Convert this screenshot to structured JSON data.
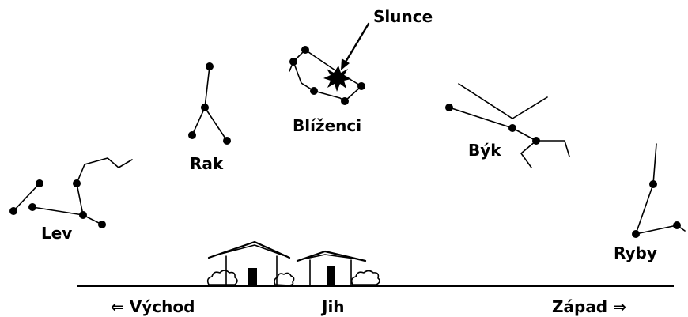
{
  "constellations": {
    "lev": "Lev",
    "rak": "Rak",
    "blizenci": "Blíženci",
    "byk": "Býk",
    "ryby": "Ryby"
  },
  "sun": {
    "label": "Slunce"
  },
  "directions": {
    "east": "⇐ Východ",
    "south": "Jih",
    "west": "Západ ⇒"
  }
}
